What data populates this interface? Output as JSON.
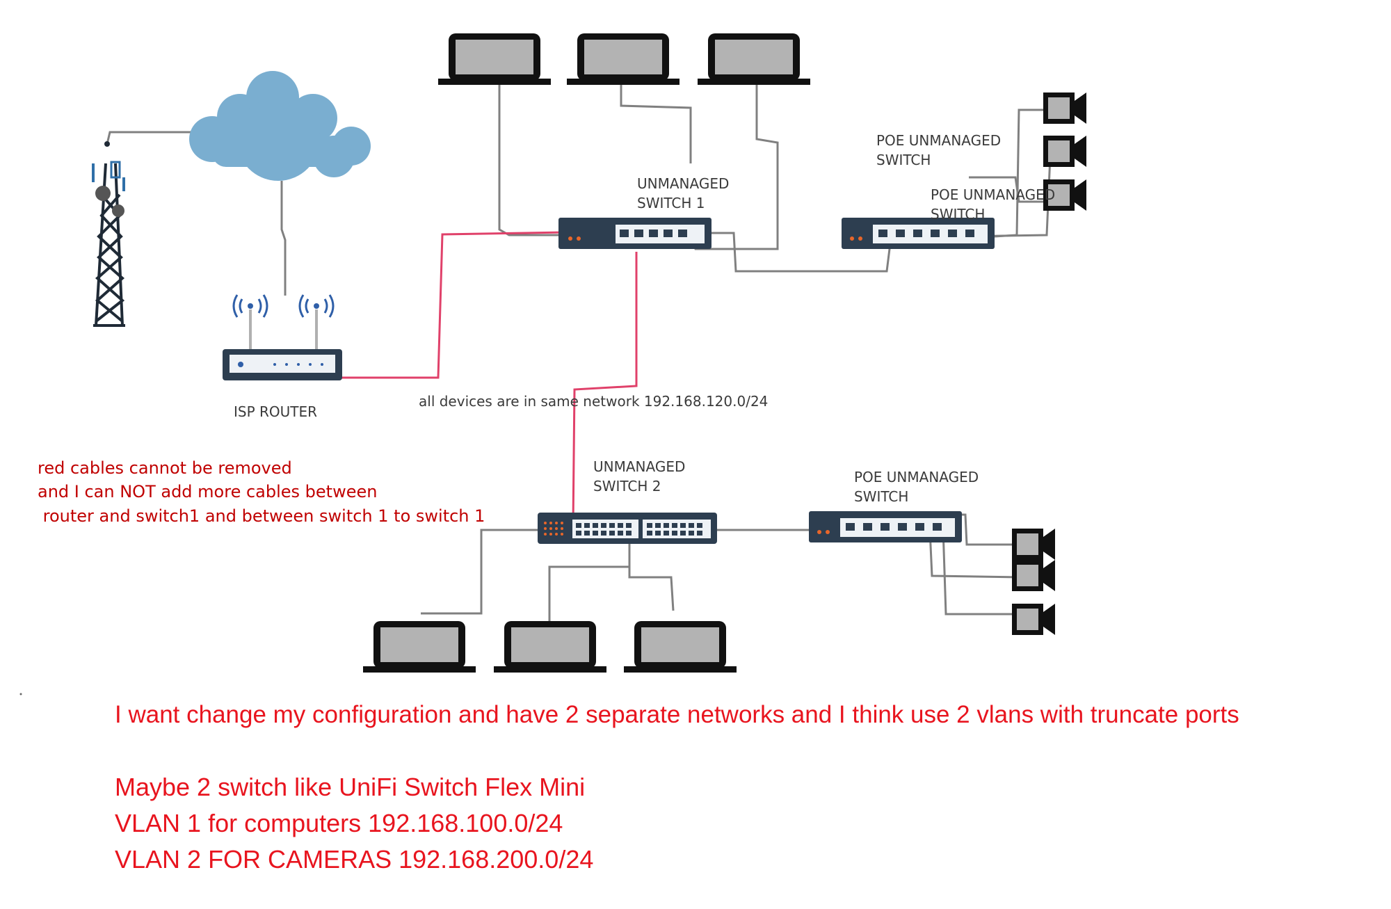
{
  "labels": {
    "isp_router": "ISP ROUTER",
    "switch1_l1": "UNMANAGED",
    "switch1_l2": "SWITCH 1",
    "switch2_l1": "UNMANAGED",
    "switch2_l2": "SWITCH 2",
    "poe_top_l1": "POE UNMANAGED",
    "poe_top_l2": "SWITCH",
    "poe_top_dup_l1": "POE UNMANAGED",
    "poe_top_dup_l2": "SWITCH",
    "poe_bottom_l1": "POE UNMANAGED",
    "poe_bottom_l2": "SWITCH",
    "same_network": "all devices are in same network 192.168.120.0/24"
  },
  "red_notes": {
    "line1": "red cables cannot be removed",
    "line2": "and I  can NOT add more cables between",
    "line3": " router and switch1 and between switch 1 to switch 1"
  },
  "request": {
    "line1": "I want change my configuration and have 2 separate networks and I think use 2 vlans with truncate ports",
    "line2_prefix": "Maybe 2 switch like ",
    "line2_product": "UniFi Switch Flex Mini",
    "line3": "VLAN 1 for computers 192.168.100.0/24",
    "line4": "VLAN 2 FOR CAMERAS 192.168.200.0/24"
  },
  "colors": {
    "cable_gray": "#808080",
    "cable_red": "#e0416a",
    "note_red": "#c00000",
    "request_red": "#e8141e",
    "cloud": "#7aaed0",
    "switch_body": "#2d3e50",
    "laptop_screen": "#b3b3b3"
  }
}
